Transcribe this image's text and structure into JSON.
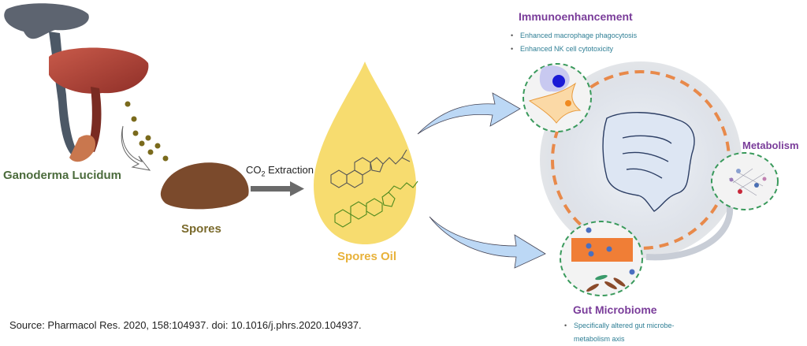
{
  "figure": {
    "source_label_text": "Ganoderma Lucidum",
    "spores_label": "Spores",
    "extraction": {
      "prefix": "CO",
      "subscript": "2",
      "suffix": " Extraction"
    },
    "oil_label": "Spores Oil",
    "outcomes": {
      "immunoenhancement": {
        "title": "Immunoenhancement",
        "bullets": [
          "Enhanced macrophage phagocytosis",
          "Enhanced NK cell cytotoxicity"
        ]
      },
      "metabolism": {
        "title": "Metabolism"
      },
      "gut_microbiome": {
        "title": "Gut Microbiome",
        "bullets": [
          "Specifically altered gut microbe-",
          "metabolism axis"
        ]
      }
    },
    "citation": "Source: Pharmacol Res. 2020, 158:104937. doi: 10.1016/j.phrs.2020.104937."
  },
  "colors": {
    "title_purple": "#7a3d9a",
    "bullet_teal": "#2f7f95",
    "oil_yellow": "#f7dc6f",
    "arrow_blue": "#bcd8f5",
    "dash_orange": "#e8894a",
    "dash_green": "#3a9a5c"
  }
}
